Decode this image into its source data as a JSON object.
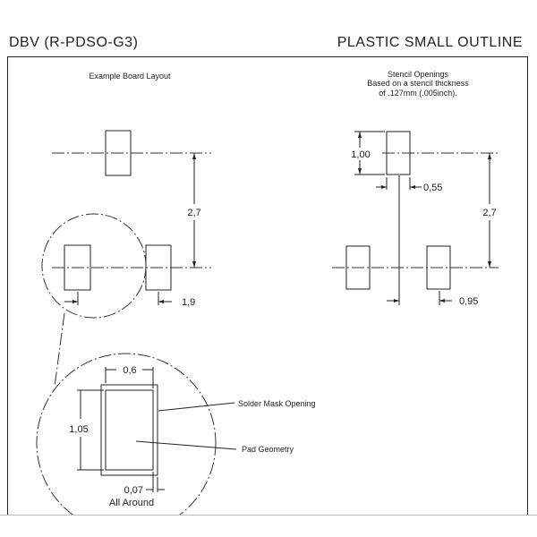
{
  "header": {
    "package": "DBV (R-PDSO-G3)",
    "type": "PLASTIC SMALL OUTLINE"
  },
  "board_layout": {
    "title": "Example Board Layout",
    "pitch_vertical": "2,7",
    "pitch_horizontal": "1,9"
  },
  "stencil": {
    "title_lines": [
      "Stencil Openings",
      "Based on a stencil thickness",
      "of .127mm (.005inch)."
    ],
    "pad_height": "1,00",
    "pad_width": "0,55",
    "pitch_vertical": "2,7",
    "offset": "0,95"
  },
  "detail": {
    "width": "0,6",
    "height": "1,05",
    "clearance": "0,07",
    "clearance_note": "All Around",
    "solder_mask_label": "Solder Mask Opening",
    "pad_label": "Pad Geometry"
  }
}
